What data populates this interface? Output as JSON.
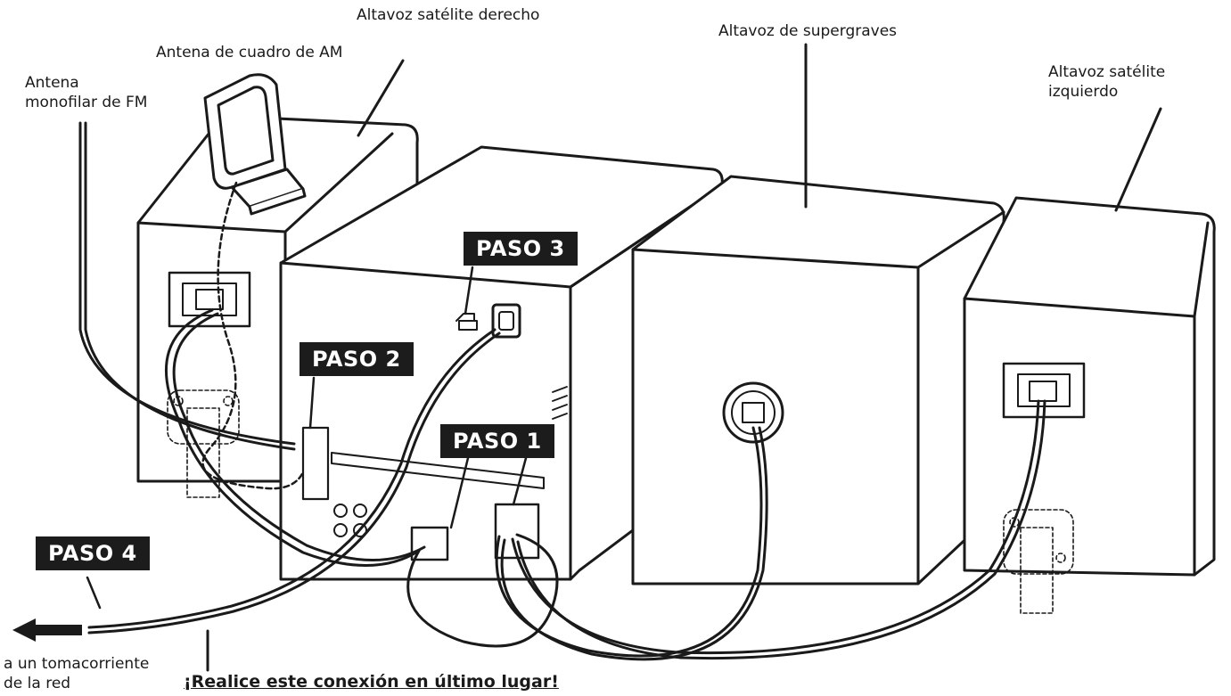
{
  "labels": {
    "right_satellite": "Altavoz satélite derecho",
    "am_antenna": "Antena de cuadro de AM",
    "fm_antenna_line1": "Antena",
    "fm_antenna_line2": "monofilar de FM",
    "subwoofer": "Altavoz de supergraves",
    "left_satellite_line1": "Altavoz satélite",
    "left_satellite_line2": "izquierdo",
    "outlet_line1": "a un tomacorriente",
    "outlet_line2": "de la red"
  },
  "steps": {
    "step1": "PASO 1",
    "step2": "PASO 2",
    "step3": "PASO 3",
    "step4": "PASO 4"
  },
  "warning": "¡Realice este conexión en último lugar!",
  "colors": {
    "line": "#1a1a1a",
    "fill": "#ffffff",
    "badge": "#1c1c1c"
  }
}
